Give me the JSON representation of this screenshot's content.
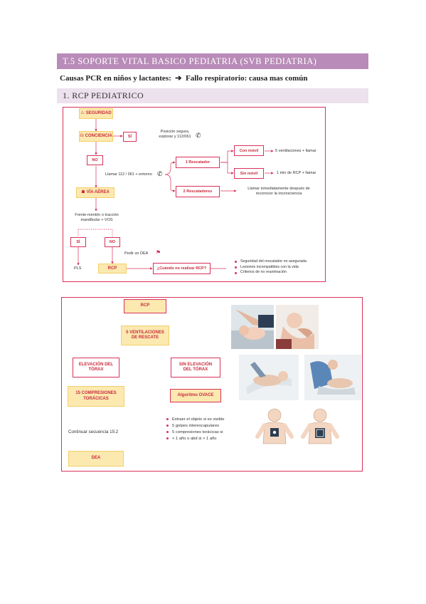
{
  "header": {
    "title": "T.5 SOPORTE VITAL BASICO PEDIATRIA (SVB PEDIATRIA)",
    "intro_label": "Causas PCR en niños y lactantes:",
    "intro_value": "Fallo respiratorio: causa mas común",
    "section_title": "1. RCP PEDIATRICO"
  },
  "diagram1": {
    "seguridad": "SEGURIDAD",
    "conciencia": "CONCIENCIA",
    "si_conciencia": "SÍ",
    "posicion": "Posición segura,\nexplorar y 112/061",
    "no_conciencia": "NO",
    "llamar": "Llamar 112 / 061 + entorno",
    "un_rescatador": "1 Rescatador",
    "con_movil": "Con móvil",
    "con_movil_accion": "5 ventilaciones + llamar",
    "sin_movil": "Sin móvil",
    "sin_movil_accion": "1 min de RCP + llamar",
    "dos_rescatadores": "2 Rescatadores",
    "dos_accion": "Llamar inmediatamente después de\nreconocer la inconsciencia",
    "via_aerea": "VÍA AÉREA",
    "maniobra": "Frente-mentón o tracción\nmandibular + VOS",
    "si_via": "SÍ",
    "no_via": "NO",
    "pedir_dea": "Pedir un DEA",
    "pls": "PLS",
    "rcp": "RCP",
    "cuando_no": "¿Cuándo no realizar RCP?",
    "criterios": [
      "Seguridad del rescatador no asegurada",
      "Lesiones incompatibles con la vida",
      "Criterios de no reanimación"
    ]
  },
  "diagram2": {
    "rcp": "RCP",
    "ventilaciones": "5 VENTILACIONES\nDE RESCATE",
    "elevacion": "ELEVACIÓN DEL\nTÓRAX",
    "sin_elevacion": "SIN ELEVACIÓN\nDEL TÓRAX",
    "compresiones": "15 COMPRESIONES\nTORÁCICAS",
    "ovace": "Algoritmo OVACE",
    "continuar": "Continuar secuencia 15:2",
    "dea": "DEA",
    "ovace_pasos": [
      "Extraer el objeto si es visible",
      "5 golpes interescapulares",
      "5 compresiones torácicas si",
      "< 1 año o abd si > 1 año"
    ]
  },
  "colors": {
    "banner": "#b98bb8",
    "subband": "#ece1ec",
    "accent": "#d7325a",
    "box_fill": "#fbe9b0"
  }
}
